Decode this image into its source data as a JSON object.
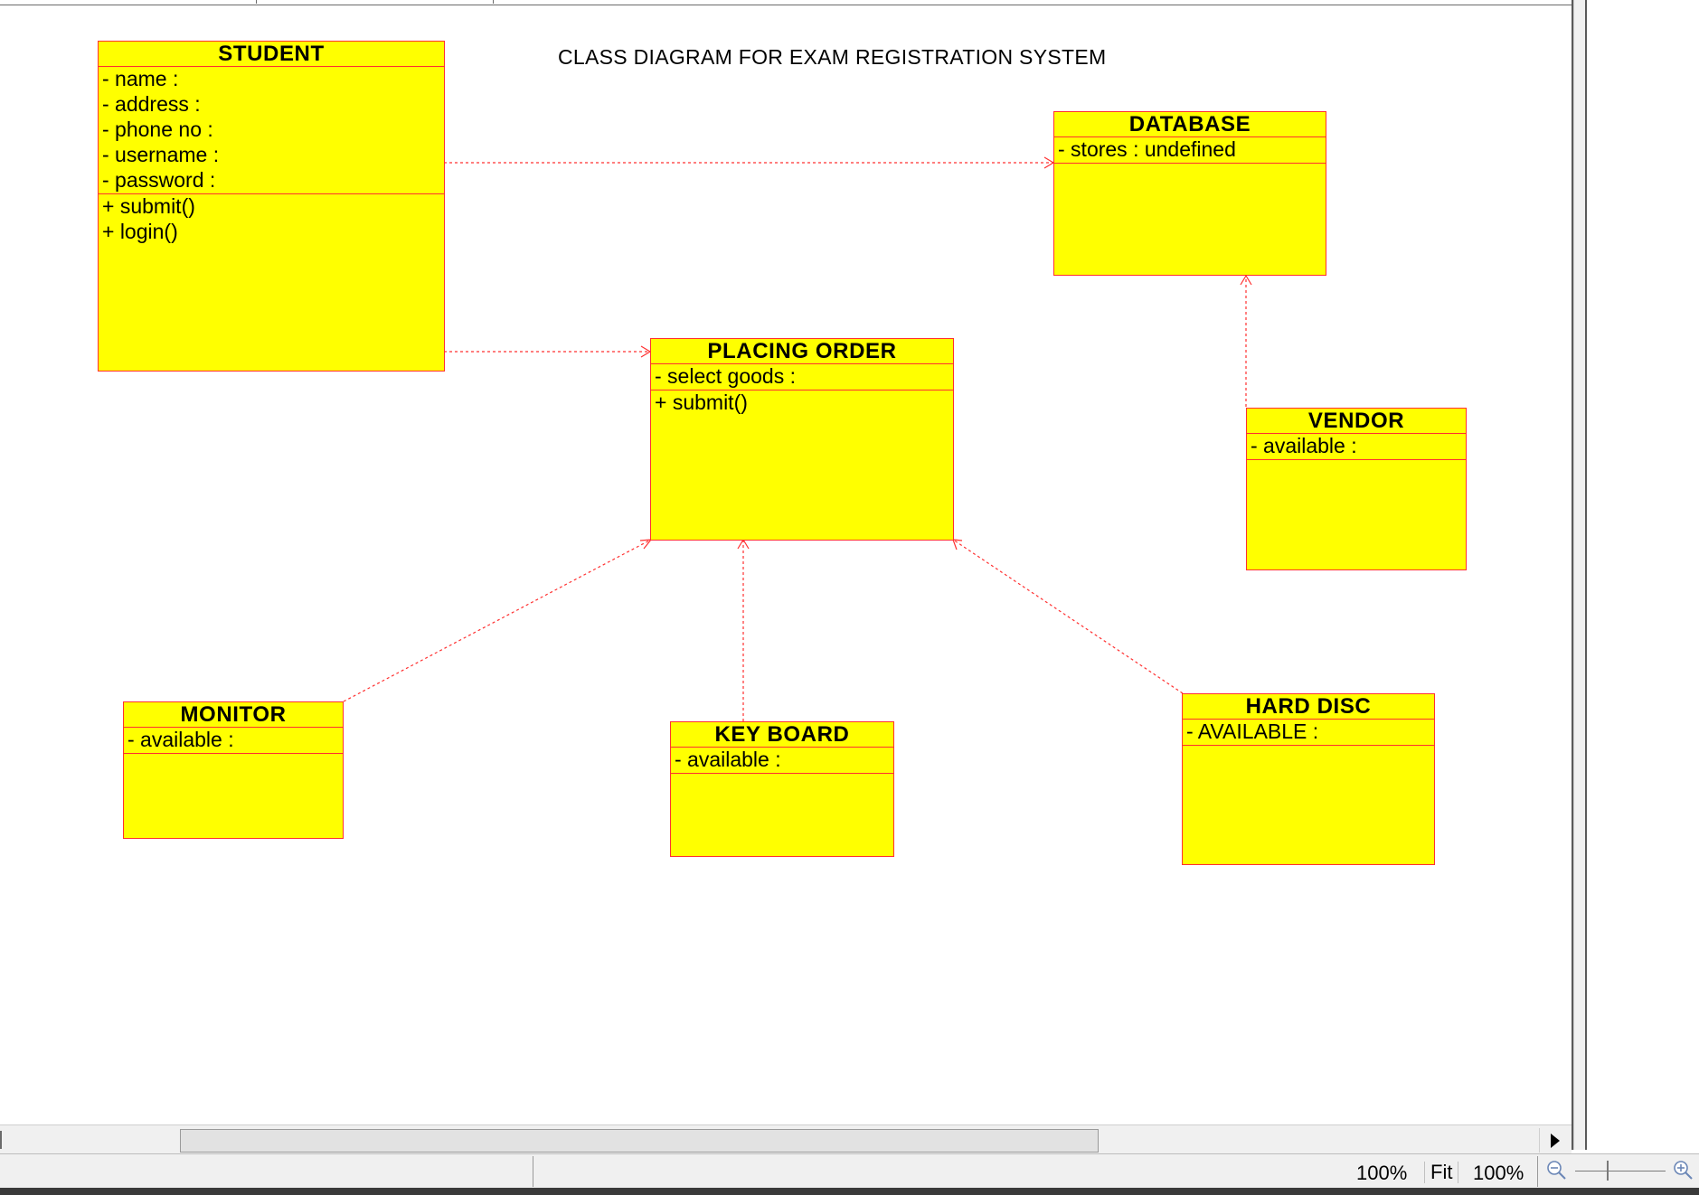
{
  "diagram": {
    "title": "CLASS DIAGRAM FOR EXAM REGISTRATION SYSTEM",
    "colors": {
      "class_fill": "#ffff00",
      "class_border": "#ff3030",
      "connector": "#ff3030",
      "text": "#000000"
    },
    "classes": {
      "student": {
        "name": "STUDENT",
        "attributes": [
          "- name :",
          "- address :",
          "- phone no :",
          "- username :",
          "- password :"
        ],
        "operations": [
          "+ submit()",
          "+ login()"
        ]
      },
      "database": {
        "name": "DATABASE",
        "attributes": [
          "- stores : undefined"
        ],
        "operations": []
      },
      "placing_order": {
        "name": "PLACING ORDER",
        "attributes": [
          "- select goods :"
        ],
        "operations": [
          "+ submit()"
        ]
      },
      "vendor": {
        "name": "VENDOR",
        "attributes": [
          "- available :"
        ],
        "operations": []
      },
      "monitor": {
        "name": "MONITOR",
        "attributes": [
          "- available :"
        ],
        "operations": []
      },
      "keyboard": {
        "name": "KEY BOARD",
        "attributes": [
          "- available :"
        ],
        "operations": []
      },
      "hard_disc": {
        "name": "HARD DISC",
        "attributes": [
          "- AVAILABLE :"
        ],
        "operations": []
      }
    },
    "relationships": [
      {
        "from": "STUDENT",
        "to": "DATABASE",
        "type": "dependency"
      },
      {
        "from": "STUDENT",
        "to": "PLACING ORDER",
        "type": "dependency"
      },
      {
        "from": "VENDOR",
        "to": "DATABASE",
        "type": "dependency"
      },
      {
        "from": "MONITOR",
        "to": "PLACING ORDER",
        "type": "dependency"
      },
      {
        "from": "KEY BOARD",
        "to": "PLACING ORDER",
        "type": "dependency"
      },
      {
        "from": "HARD DISC",
        "to": "PLACING ORDER",
        "type": "dependency"
      }
    ]
  },
  "statusbar": {
    "zoom_level": "100%",
    "fit_label": "Fit",
    "zoom_percent": "100%"
  },
  "icons": {
    "scroll_right": "triangle-right-icon",
    "zoom_out": "zoom-out-icon",
    "zoom_in": "zoom-in-icon"
  }
}
